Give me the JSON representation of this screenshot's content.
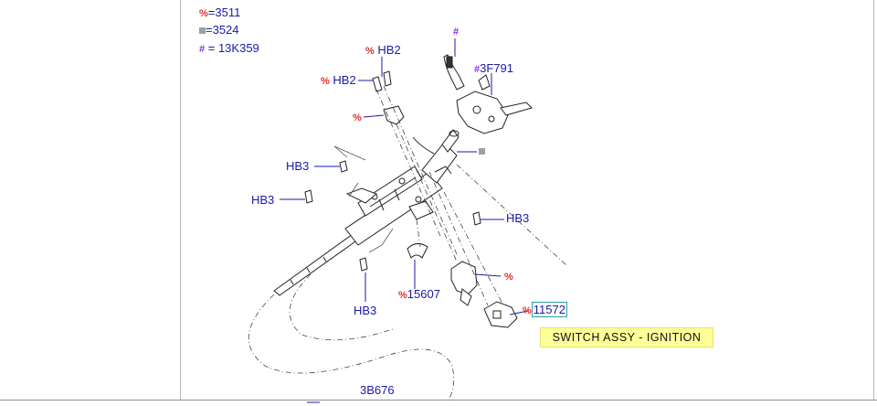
{
  "legend": [
    {
      "symbol": "%",
      "text": "=3511"
    },
    {
      "symbol": "square",
      "text": "=3524"
    },
    {
      "symbol": "#",
      "text": "=  13K359"
    }
  ],
  "callouts": {
    "hb2_top": "HB2",
    "hb2_left": "HB2",
    "f3791": "3F791",
    "hb3_a": "HB3",
    "hb3_b": "HB3",
    "hb3_right": "HB3",
    "hb3_bottom": "HB3",
    "p15607": "15607",
    "p11572": "11572",
    "p3b676": "3B676",
    "pct": "%",
    "hash": "#"
  },
  "highlight_label": "SWITCH ASSY - IGNITION",
  "colors": {
    "label": "#1a1aa8",
    "percent": "#e03030",
    "hash": "#8a2be2",
    "square": "#a0a0a0",
    "highlight": "#ffff99"
  }
}
